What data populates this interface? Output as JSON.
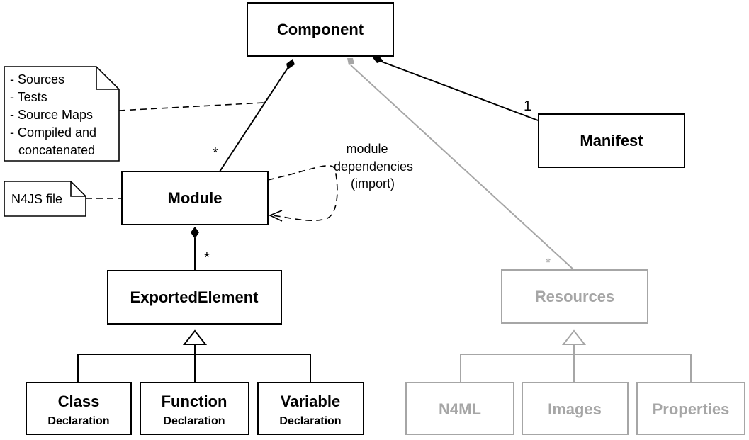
{
  "colors": {
    "ink": "#000000",
    "faded": "#a6a6a6",
    "background": "#ffffff"
  },
  "boxes": {
    "component": "Component",
    "manifest": "Manifest",
    "module": "Module",
    "exported_element": "ExportedElement",
    "class": {
      "line1": "Class",
      "line2": "Declaration"
    },
    "function": {
      "line1": "Function",
      "line2": "Declaration"
    },
    "variable": {
      "line1": "Variable",
      "line2": "Declaration"
    },
    "resources": "Resources",
    "n4ml": "N4ML",
    "images": "Images",
    "properties": "Properties"
  },
  "notes": {
    "sources": [
      "- Sources",
      "- Tests",
      "- Source Maps",
      "- Compiled and",
      "concatenated"
    ],
    "n4js": "N4JS file"
  },
  "labels": {
    "module_mult": "*",
    "manifest_mult": "1",
    "exported_mult": "*",
    "resources_mult": "*",
    "dependencies": [
      "module",
      "dependencies",
      "(import)"
    ]
  }
}
